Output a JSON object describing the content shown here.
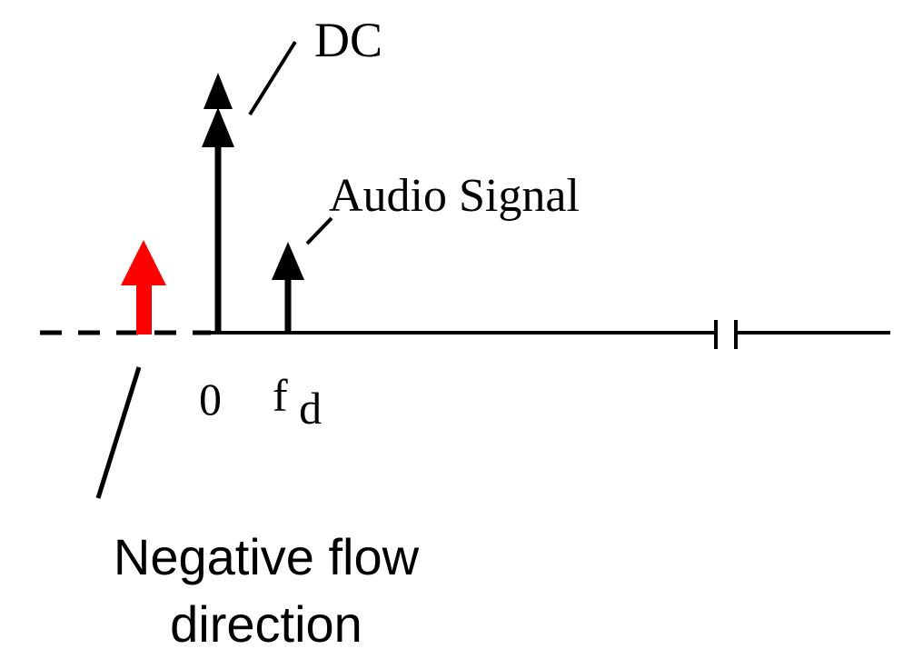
{
  "labels": {
    "dc": "DC",
    "audio_signal": "Audio Signal",
    "zero": "0",
    "fd_main": "f",
    "fd_sub": "d",
    "negative_flow_line1": "Negative flow",
    "negative_flow_line2": "direction"
  },
  "colors": {
    "ink": "#000000",
    "negative_arrow": "#ff0000",
    "background": "#ffffff"
  }
}
